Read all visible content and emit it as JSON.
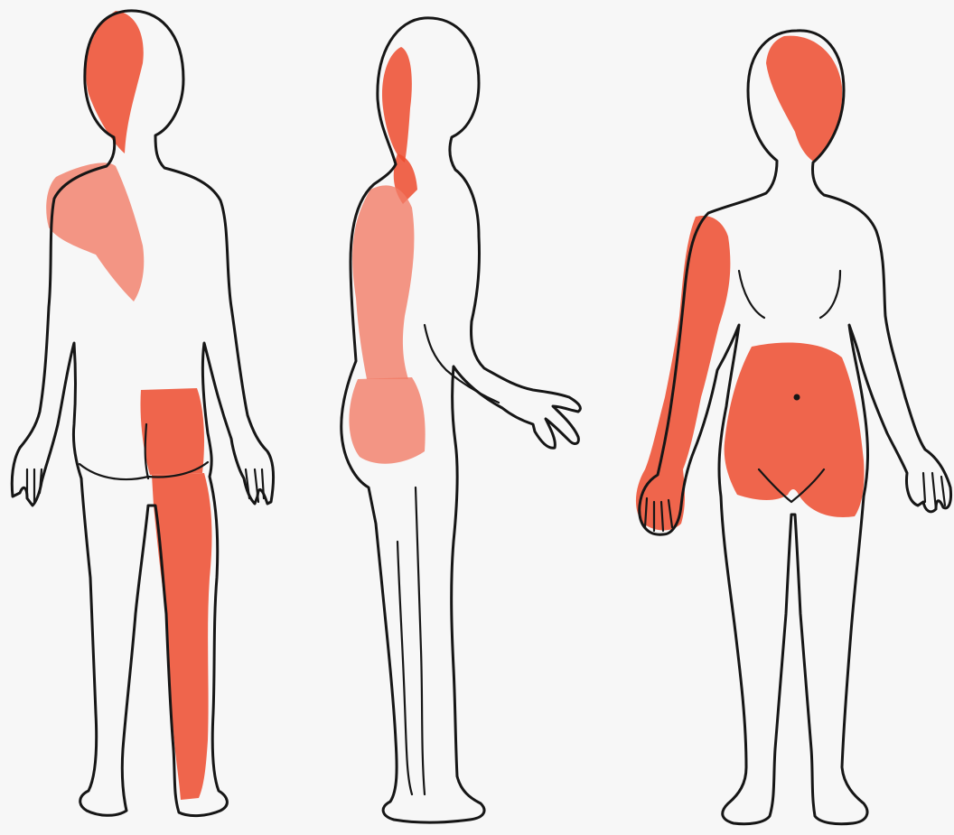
{
  "figures": [
    {
      "view": "posterior",
      "pain_areas": [
        "head",
        "left-shoulder-upper-back",
        "buttock",
        "back-of-leg"
      ]
    },
    {
      "view": "lateral",
      "pain_areas": [
        "head-back",
        "neck-back",
        "back",
        "buttock"
      ]
    },
    {
      "view": "anterior",
      "pain_areas": [
        "head",
        "right-arm",
        "lower-abdomen-pelvis"
      ]
    }
  ],
  "colors": {
    "background": "#f7f7f7",
    "outline": "#161616",
    "pain": "#ee4d30",
    "pain_light": "#f17c66"
  }
}
